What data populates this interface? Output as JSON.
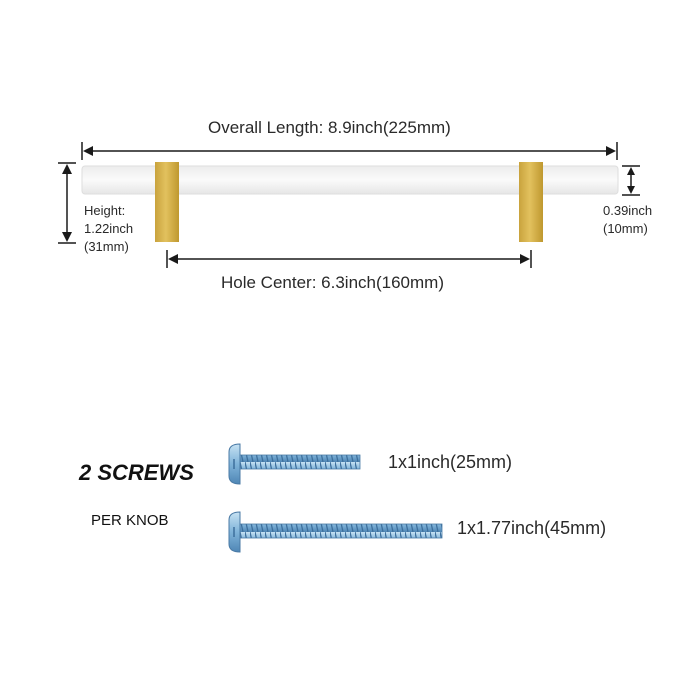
{
  "dimensions": {
    "overall_length": "Overall Length: 8.9inch(225mm)",
    "hole_center": "Hole Center: 6.3inch(160mm)",
    "height_line1": "Height:",
    "height_line2": "1.22inch",
    "height_line3": "(31mm)",
    "diameter_line1": "0.39inch",
    "diameter_line2": "(10mm)"
  },
  "screws": {
    "title": "2 SCREWS",
    "subtitle": "PER KNOB",
    "short_label": "1x1inch(25mm)",
    "long_label": "1x1.77inch(45mm)"
  },
  "colors": {
    "gold": "#d6b14a",
    "acrylic": "#f4f4f4",
    "screw": "#8fbfe0",
    "arrow": "#1a1a1a"
  }
}
